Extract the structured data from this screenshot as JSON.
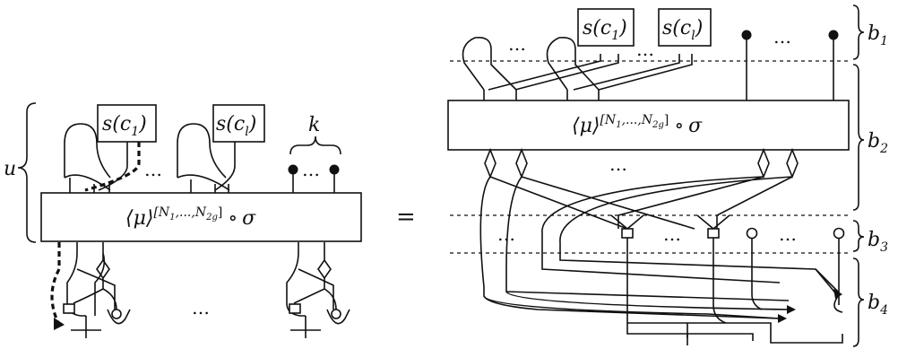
{
  "labels": {
    "u": "u",
    "k": "k",
    "equals": "=",
    "dots": "…",
    "b1": "b",
    "b1_sub": "1",
    "b2": "b",
    "b2_sub": "2",
    "b3": "b",
    "b3_sub": "3",
    "b4": "b",
    "b4_sub": "4"
  },
  "left": {
    "box_main": "⟨μ⟩",
    "box_sup": "[N",
    "box_sup_1": "1",
    "box_sup_mid": ",...,N",
    "box_sup_2g": "2g",
    "box_sup_end": "]",
    "box_circ": "∘",
    "box_sigma": "σ",
    "sc1": "s(c",
    "sc1_sub": "1",
    "sc1_end": ")",
    "scl": "s(c",
    "scl_sub": "l",
    "scl_end": ")"
  },
  "right": {
    "box_main": "⟨μ⟩",
    "box_sup": "[N",
    "box_sup_1": "1",
    "box_sup_mid": ",...,N",
    "box_sup_2g": "2g",
    "box_sup_end": "]",
    "box_circ": "∘",
    "box_sigma": "σ",
    "sc1": "s(c",
    "sc1_sub": "1",
    "sc1_end": ")",
    "scl": "s(c",
    "scl_sub": "l",
    "scl_end": ")"
  }
}
